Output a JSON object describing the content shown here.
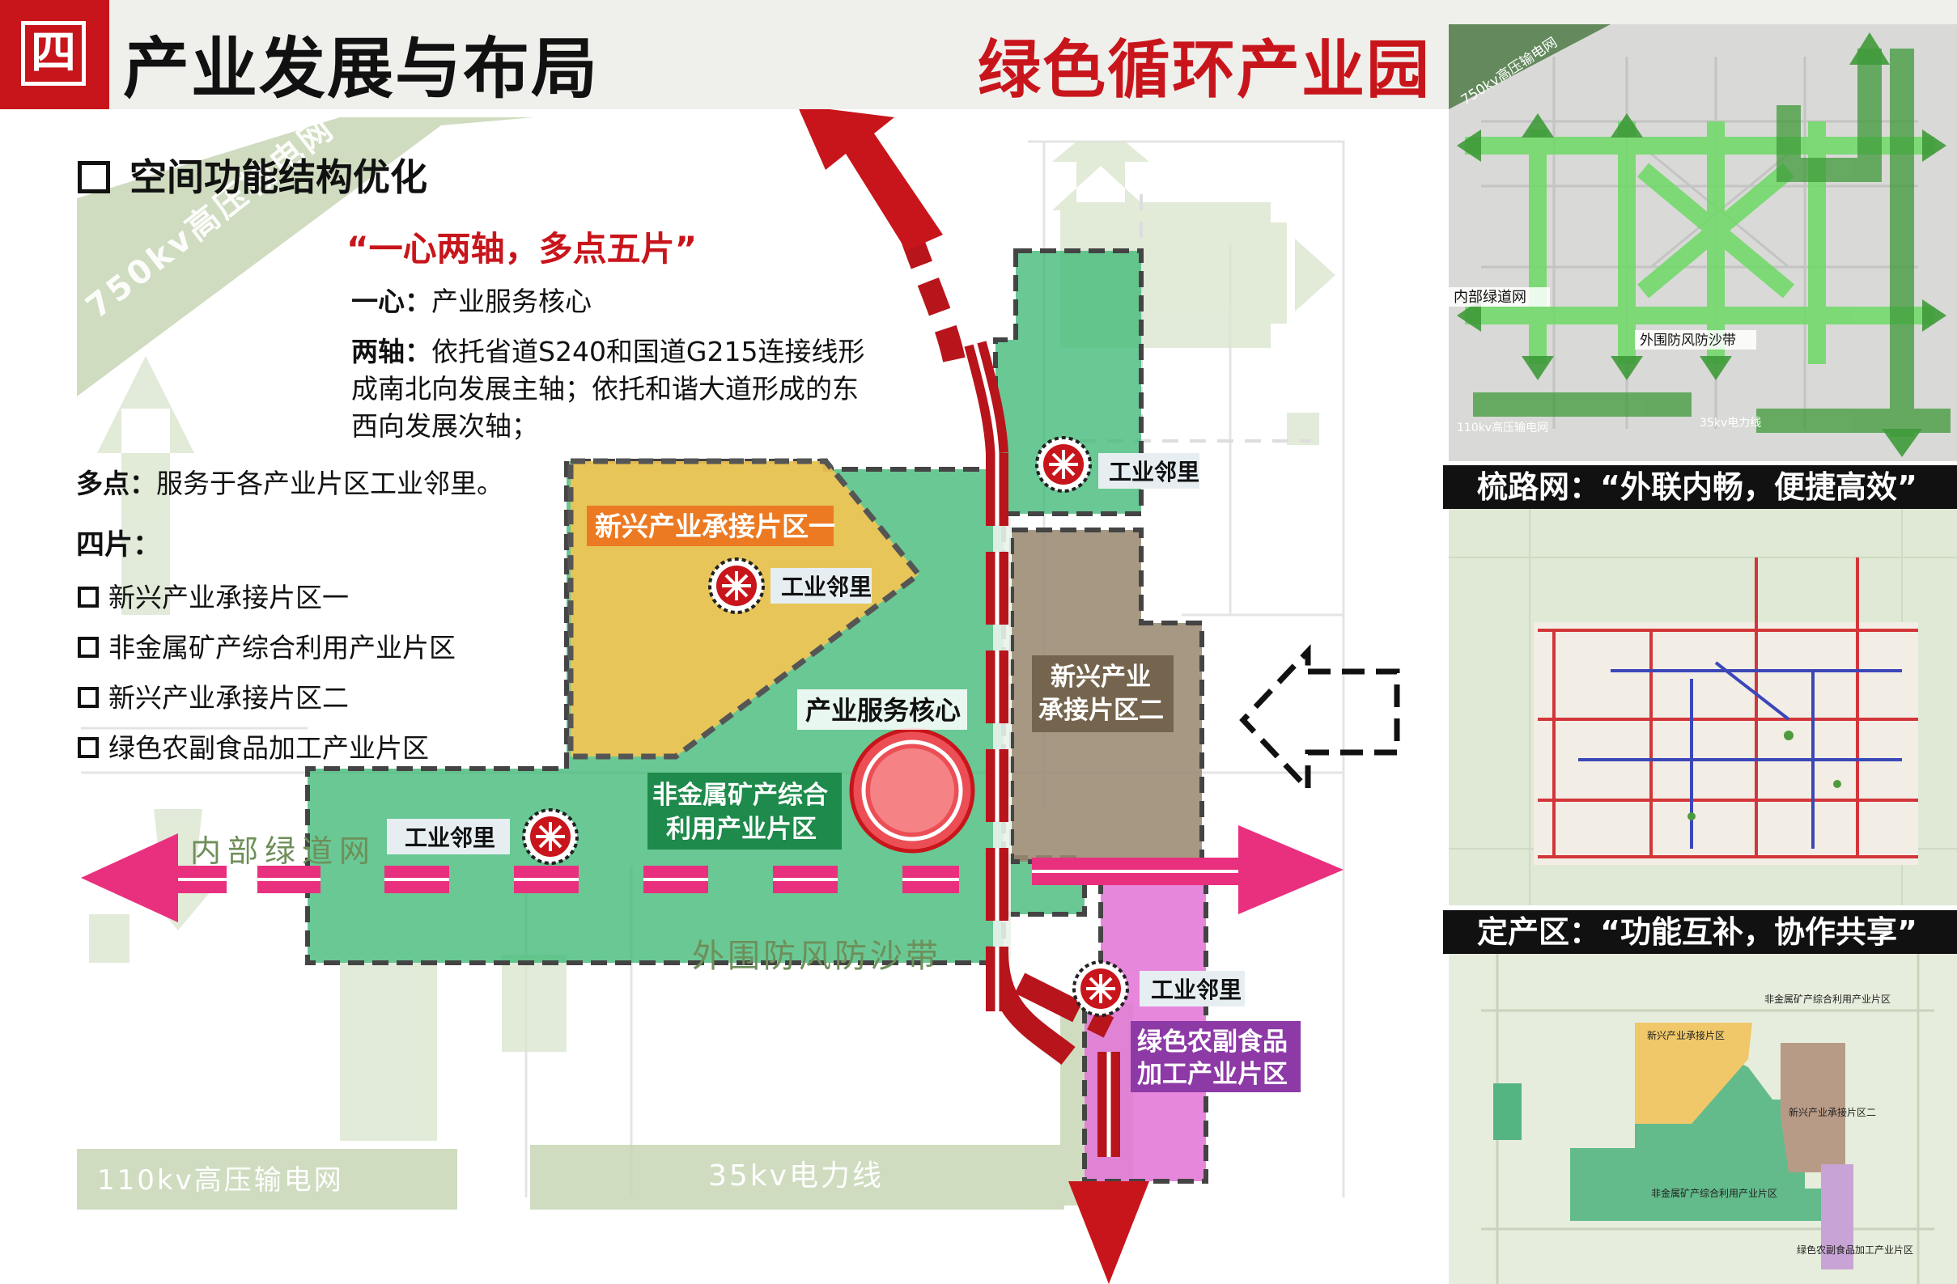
{
  "header": {
    "section_number": "四",
    "title": "产业发展与布局",
    "park_name": "绿色循环产业园"
  },
  "left_text": {
    "heading": "空间功能结构优化",
    "slogan": "“一心两轴，多点五片”",
    "one_core_label": "一心：",
    "one_core_text": "产业服务核心",
    "two_axes_label": "两轴：",
    "two_axes_line1": "依托省道S240和国道G215连接线形",
    "two_axes_line2": "成南北向发展主轴；依托和谐大道形成的东",
    "two_axes_line3": "西向发展次轴；",
    "multi_points_label": "多点：",
    "multi_points_text": "服务于各产业片区工业邻里。",
    "four_zones_label": "四片：",
    "zones": [
      "新兴产业承接片区一",
      "非金属矿产综合利用产业片区",
      "新兴产业承接片区二",
      "绿色农副食品加工产业片区"
    ]
  },
  "map": {
    "line_750kv": "750kv高压输电网",
    "line_110kv": "110kv高压输电网",
    "line_35kv": "35kv电力线",
    "inner_greenway": "内部绿道网",
    "outer_belt": "外围防风防沙带",
    "zone1_label": "新兴产业承接片区一",
    "zone2_line1": "新兴产业",
    "zone2_line2": "承接片区二",
    "mineral_line1": "非金属矿产综合",
    "mineral_line2": "利用产业片区",
    "agri_line1": "绿色农副食品",
    "agri_line2": "加工产业片区",
    "service_core": "产业服务核心",
    "neighborhood": "工业邻里",
    "colors": {
      "green_zone": "#3fb976",
      "yellow_zone": "#f5c451",
      "brown_zone": "#9a8a72",
      "pink_zone": "#e476d7",
      "core_red": "#e8363b",
      "axis_red": "#b8141b",
      "axis_pink": "#e9307f"
    }
  },
  "side": {
    "top_map": {
      "line_750kv": "750kv高压输电网",
      "inner_greenway": "内部绿道网",
      "outer_belt": "外围防风防沙带",
      "line_110kv": "110kv高压输电网",
      "line_35kv": "35kv电力线"
    },
    "caption1": "梳路网：“外联内畅，便捷高效”",
    "caption2": "定产区：“功能互补，协作共享”",
    "bottom_map": {
      "zone_a": "新兴产业承接片区",
      "zone_b": "非金属矿产综合利用产业片区",
      "zone_c": "新兴产业承接片区二",
      "zone_d": "非金属矿产综合利用产业片区",
      "zone_e": "绿色农副食品加工产业片区"
    }
  }
}
